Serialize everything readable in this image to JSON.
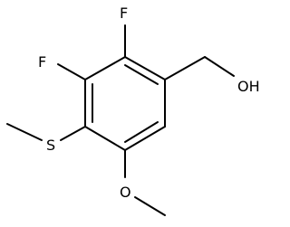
{
  "diagram": {
    "type": "chemical-structure",
    "atom_labels": {
      "fluorine_top": "F",
      "fluorine_left": "F",
      "sulfur": "S",
      "oxygen_methoxy": "O",
      "hydroxyl": "OH"
    },
    "colors": {
      "bond": "#000000",
      "text": "#000000",
      "background": "#ffffff"
    }
  }
}
